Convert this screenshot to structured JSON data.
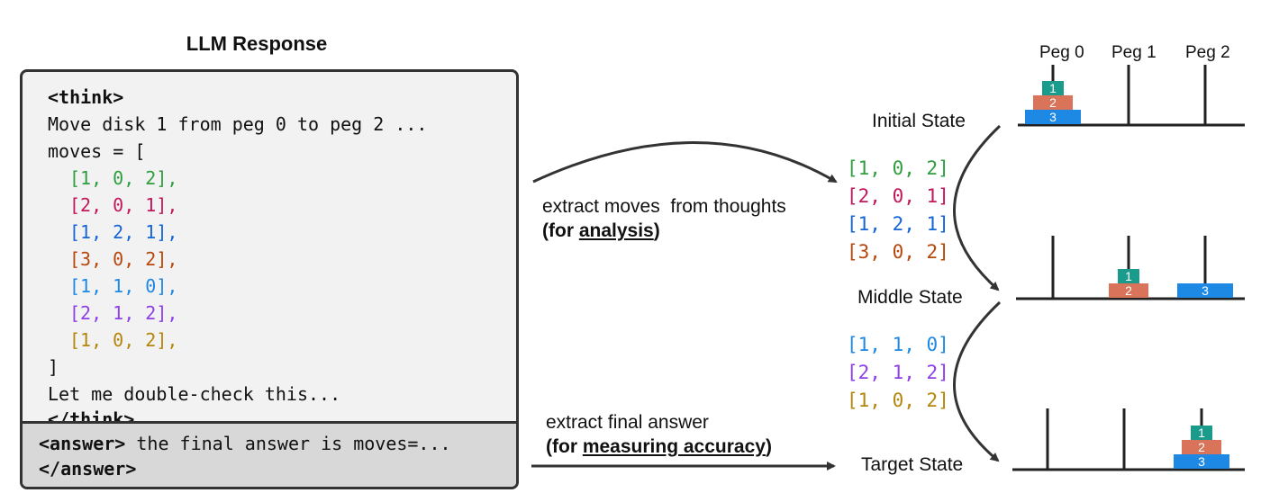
{
  "response": {
    "title": "LLM Response",
    "think_open": "<think>",
    "narration": "Move disk 1 from peg 0 to peg 2 ...",
    "moves_open": "moves = [",
    "moves": [
      {
        "text": "[1, 0, 2],",
        "color": "#2e9e3f"
      },
      {
        "text": "[2, 0, 1],",
        "color": "#c2185b"
      },
      {
        "text": "[1, 2, 1],",
        "color": "#1565d8"
      },
      {
        "text": "[3, 0, 2],",
        "color": "#b8470d"
      },
      {
        "text": "[1, 1, 0],",
        "color": "#1e88e5"
      },
      {
        "text": "[2, 1, 2],",
        "color": "#8e3fe8"
      },
      {
        "text": "[1, 0, 2],",
        "color": "#b5860b"
      }
    ],
    "moves_close": "]",
    "double_check": "Let me double-check this...",
    "think_close": "</think>",
    "answer_open": "<answer>",
    "answer_text": " the final answer is moves=...",
    "answer_close": "</answer>"
  },
  "arrows": {
    "extract_moves_label": "extract moves  from thoughts",
    "extract_moves_sub_prefix": "(for ",
    "extract_moves_sub_underlined": "analysis",
    "extract_moves_sub_suffix": ")",
    "extract_final_label": "extract final answer",
    "extract_final_sub_prefix": "(for ",
    "extract_final_sub_underlined": "measuring accuracy",
    "extract_final_sub_suffix": ")"
  },
  "move_groups": {
    "first": [
      {
        "text": "[1, 0, 2]",
        "color": "#2e9e3f"
      },
      {
        "text": "[2, 0, 1]",
        "color": "#c2185b"
      },
      {
        "text": "[1, 2, 1]",
        "color": "#1565d8"
      },
      {
        "text": "[3, 0, 2]",
        "color": "#b8470d"
      }
    ],
    "second": [
      {
        "text": "[1, 1, 0]",
        "color": "#1e88e5"
      },
      {
        "text": "[2, 1, 2]",
        "color": "#8e3fe8"
      },
      {
        "text": "[1, 0, 2]",
        "color": "#b5860b"
      }
    ]
  },
  "pegs": {
    "labels": [
      "Peg 0",
      "Peg 1",
      "Peg 2"
    ]
  },
  "states": {
    "initial": "Initial State",
    "middle": "Middle State",
    "target": "Target State"
  },
  "disks": {
    "labels": [
      "1",
      "2",
      "3"
    ],
    "colors": {
      "1": "#1a9b8c",
      "2": "#d9735a",
      "3": "#1e88e5"
    },
    "initial": [
      [
        "3",
        "2",
        "1"
      ],
      [],
      []
    ],
    "middle": [
      [],
      [
        "2",
        "1"
      ],
      [
        "3"
      ]
    ],
    "target": [
      [],
      [],
      [
        "3",
        "2",
        "1"
      ]
    ]
  }
}
